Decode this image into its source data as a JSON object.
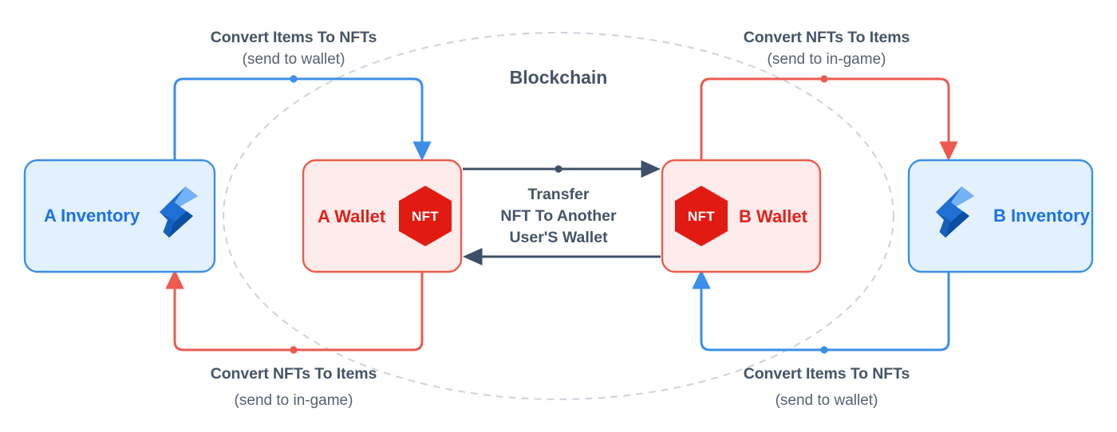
{
  "diagram": {
    "title": "Blockchain",
    "colors": {
      "blue": "#3b8fe8",
      "blue_fill": "#e3f0fd",
      "blue_text": "#1a73e8",
      "red": "#ee5a4f",
      "red_fill": "#fdeceb",
      "red_text": "#e3201a",
      "nft_badge": "#e11b12",
      "slate": "#455468",
      "dashed_ellipse": "#cfd6de"
    },
    "nodes": [
      {
        "id": "a-inventory",
        "label": "A Inventory",
        "type": "inventory",
        "icon": "lightning-bolt-icon",
        "icon_side": "right"
      },
      {
        "id": "a-wallet",
        "label": "A Wallet",
        "type": "wallet",
        "icon": "nft-hexagon-icon",
        "icon_side": "right",
        "badge": "NFT"
      },
      {
        "id": "b-wallet",
        "label": "B Wallet",
        "type": "wallet",
        "icon": "nft-hexagon-icon",
        "icon_side": "left",
        "badge": "NFT"
      },
      {
        "id": "b-inventory",
        "label": "B Inventory",
        "type": "inventory",
        "icon": "lightning-bolt-icon",
        "icon_side": "left"
      }
    ],
    "flows": [
      {
        "id": "top-left",
        "title": "Convert Items To NFTs",
        "subtitle": "(send to wallet)",
        "color": "blue",
        "from": "a-inventory",
        "to": "a-wallet"
      },
      {
        "id": "top-right",
        "title": "Convert NFTs To Items",
        "subtitle": "(send to in-game)",
        "color": "red",
        "from": "b-wallet",
        "to": "b-inventory"
      },
      {
        "id": "bottom-left",
        "title": "Convert NFTs To Items",
        "subtitle": "(send to in-game)",
        "color": "red",
        "from": "a-wallet",
        "to": "a-inventory"
      },
      {
        "id": "bottom-right",
        "title": "Convert Items To NFTs",
        "subtitle": "(send to wallet)",
        "color": "blue",
        "from": "b-inventory",
        "to": "b-wallet"
      }
    ],
    "transfer": {
      "line1": "Transfer",
      "line2": "NFT To Another",
      "line3": "User'S Wallet"
    }
  }
}
